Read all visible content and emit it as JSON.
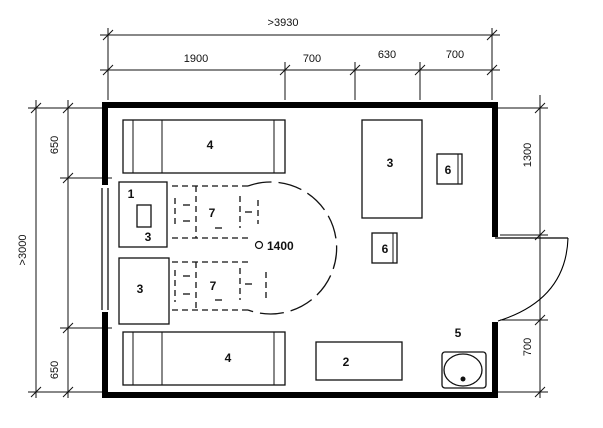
{
  "dimensions": {
    "top_total": ">3930",
    "top_segments": [
      "1900",
      "700",
      "630",
      "700"
    ],
    "left_total": ">3000",
    "left_top": "650",
    "left_bottom": "650",
    "right_top": "1300",
    "right_bottom": "700"
  },
  "labels": {
    "bed_top": "4",
    "bed_bottom": "4",
    "desk_right": "3",
    "desk_left_top": "3",
    "desk_left_top_item": "1",
    "desk_left_bottom": "3",
    "chair_top": "7",
    "chair_bottom": "7",
    "stool_right": "6",
    "stool_center": "6",
    "cabinet": "2",
    "washbasin": "5",
    "turning_circle": "1400"
  }
}
